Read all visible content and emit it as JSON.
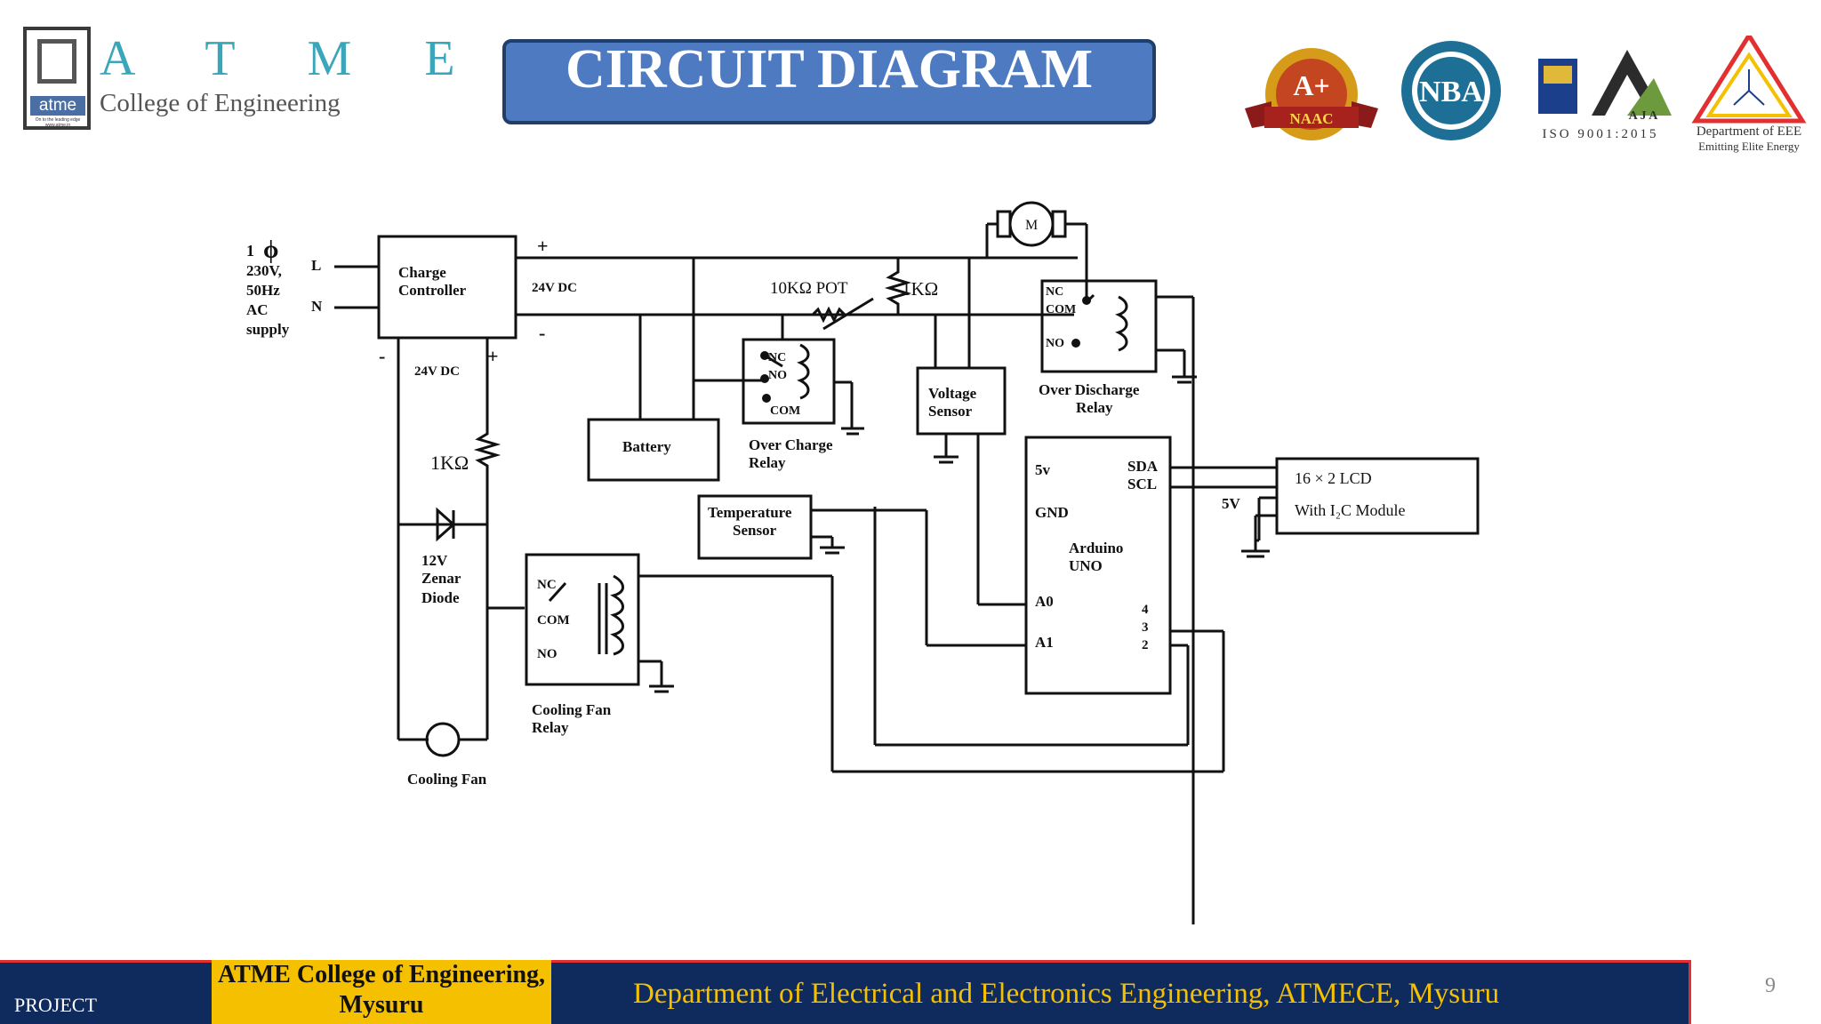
{
  "header": {
    "brand_letters": "A T M E",
    "brand_sub": "College of Engineering",
    "logo_text": "atme",
    "logo_tagline": "On to the leading edge www.atme.in",
    "title": "CIRCUIT DIAGRAM"
  },
  "accreditation": {
    "naac_grade": "A+",
    "naac_label": "NAAC",
    "nba_label": "NBA",
    "iso_label": "ISO 9001:2015",
    "aja_label": "A J A",
    "dept_line1": "Department of EEE",
    "dept_line2": "Emitting Elite Energy"
  },
  "diagram": {
    "supply": [
      "1",
      "230V,",
      "50Hz",
      "AC",
      "supply"
    ],
    "line_L": "L",
    "line_N": "N",
    "charge_controller": [
      "Charge",
      "Controller"
    ],
    "out_24v": "24V DC",
    "plus": "+",
    "minus": "-",
    "dc_24v_left": "24V DC",
    "pot_label": "10KΩ POT",
    "res_1k_top": "1KΩ",
    "res_1k_left": "1KΩ",
    "motor": "M",
    "battery": "Battery",
    "over_charge_relay": [
      "Over Charge",
      "Relay"
    ],
    "relay_nc": "NC",
    "relay_no": "NO",
    "relay_com": "COM",
    "voltage_sensor": [
      "Voltage",
      "Sensor"
    ],
    "over_discharge_relay": [
      "Over Discharge",
      "Relay"
    ],
    "temperature_sensor": [
      "Temperature",
      "Sensor"
    ],
    "zener": [
      "12V",
      "Zenar",
      "Diode"
    ],
    "cooling_fan_relay": [
      "Cooling Fan",
      "Relay"
    ],
    "cooling_fan": "Cooling Fan",
    "arduino": {
      "name": [
        "Arduino",
        "UNO"
      ],
      "pin_5v": "5v",
      "pin_gnd": "GND",
      "pin_sda": "SDA",
      "pin_scl": "SCL",
      "pin_a0": "A0",
      "pin_a1": "A1",
      "pin_d4": "4",
      "pin_d3": "3",
      "pin_d2": "2"
    },
    "lcd": [
      "16 × 2  LCD",
      "With I₂C Module"
    ],
    "lcd_5v": "5V"
  },
  "footer": {
    "project": "PROJECT",
    "college": "ATME College of Engineering, Mysuru",
    "department": "Department of Electrical and Electronics Engineering,  ATMECE, Mysuru",
    "page_number": "9"
  },
  "colors": {
    "title_bg": "#4d7ac0",
    "footer_bg": "#0f2a5c",
    "footer_accent": "#f5c000",
    "brand_teal": "#3aa6b9"
  }
}
